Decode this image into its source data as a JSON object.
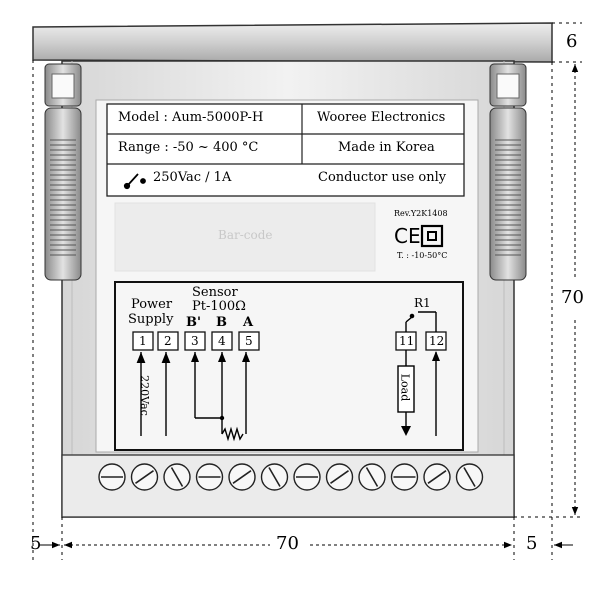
{
  "label": {
    "model": "Model : Aum-5000P-H",
    "maker": "Wooree Electronics",
    "range": "Range : -50 ~ 400 °C",
    "origin": "Made in Korea",
    "relay_rating": "250Vac / 1A",
    "conductor": "Conductor use only",
    "barcode": "Bar-code",
    "rev": "Rev.Y2K1408",
    "ce_mark": "CE",
    "temp_range": "T. : -10-50°C"
  },
  "wiring": {
    "power_label": "Power",
    "supply_label": "Supply",
    "sensor_label": "Sensor",
    "sensor_type": "Pt-100Ω",
    "b_prime": "B'",
    "b": "B",
    "a": "A",
    "relay": "R1",
    "load": "Load",
    "voltage": "220Vac",
    "terminals": [
      "1",
      "2",
      "3",
      "4",
      "5",
      "11",
      "12"
    ]
  },
  "dimensions": {
    "top_gap": "6",
    "height": "70",
    "width": "70",
    "left_margin": "5",
    "right_margin": "5"
  },
  "screw_count": 12
}
